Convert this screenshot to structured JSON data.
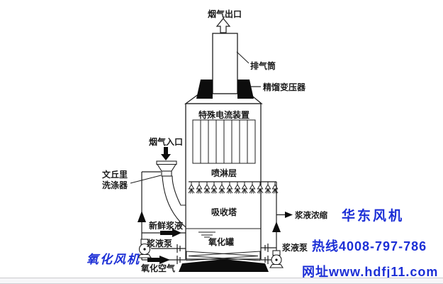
{
  "labels": {
    "flue_gas_outlet": "烟气出口",
    "exhaust_stack": "排气筒",
    "rectifier_transformer": "精馏变压器",
    "special_current_device": "特殊电流装置",
    "flue_gas_inlet": "烟气入口",
    "venturi_scrubber_line1": "文丘里",
    "venturi_scrubber_line2": "洗涤器",
    "spray_layer": "喷淋层",
    "absorption_tower": "吸收塔",
    "fresh_slurry": "新鲜浆液",
    "slurry_pump": "浆液泵",
    "oxidation_tank": "氧化罐",
    "oxidation_fan": "氧化风机",
    "oxidation_air": "氧化空气",
    "slurry_concentration": "浆液浓缩"
  },
  "branding": {
    "company": "华东风机",
    "hotline": "热线4008-797-786",
    "website": "网址www.hdfj11.com"
  },
  "colors": {
    "diagram_line": "#1f1f1f",
    "blue_text": "#1c2fd6",
    "background": "#ffffff"
  }
}
